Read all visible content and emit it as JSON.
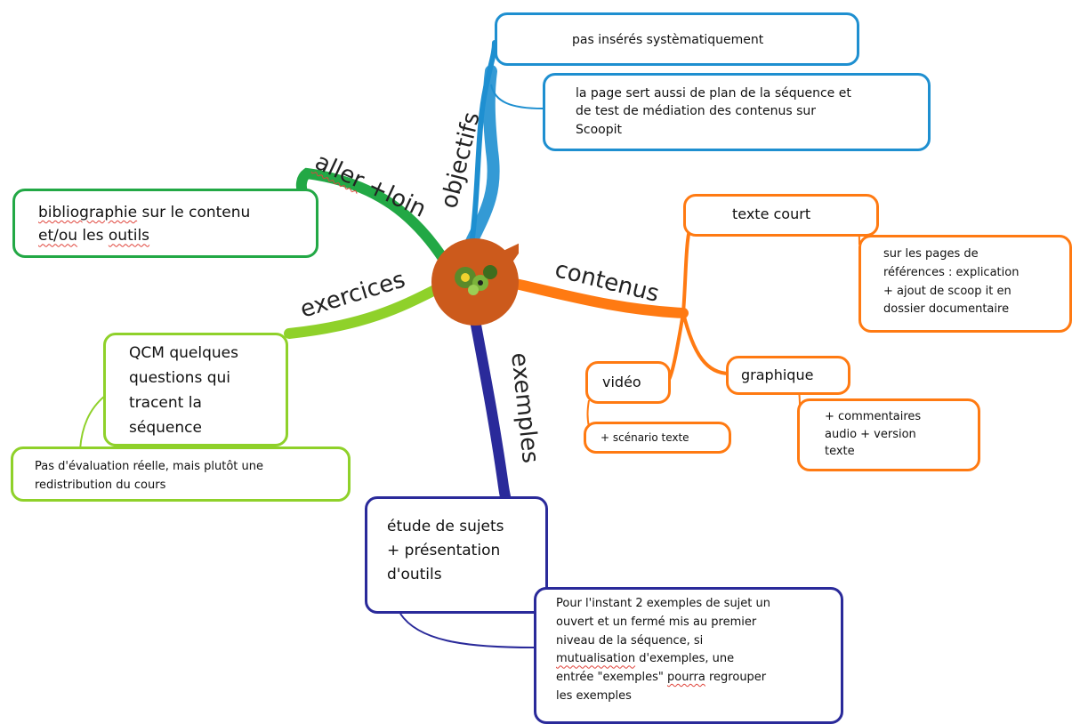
{
  "branches": {
    "objectifs": "objectifs",
    "contenus": "contenus",
    "exemples": "exemples",
    "exercices": "exercices",
    "aller_loin_a": "aller",
    "aller_loin_b": " +loin"
  },
  "nodes": {
    "obj1": "pas insérés systèmatiquement",
    "obj2": "la page sert aussi de plan de la séquence et\nde test de médiation des contenus sur\nScoopit",
    "biblio_a": "bibliographie",
    "biblio_b": " sur le contenu\n",
    "biblio_c": "et/ou",
    "biblio_d": " les ",
    "biblio_e": "outils",
    "texte_court": "texte court",
    "refs": "sur les pages de\nréférences : explication\n+ ajout de scoop it en\ndossier documentaire",
    "video": "vidéo",
    "scenario": "+ scénario texte",
    "graphique": "graphique",
    "commentaires": "+ commentaires\naudio + version\ntexte",
    "qcm": "QCM quelques\nquestions qui\ntracent la\nséquence",
    "eval": "Pas d'évaluation réelle, mais plutôt une\nredistribution du cours",
    "etude": "étude de sujets\n+ présentation\nd'outils",
    "instant_a": "Pour l'instant 2 exemples de sujet un\nouvert et un fermé mis au premier\nniveau de la séquence, si\n",
    "instant_b": "mutualisation",
    "instant_c": " d'exemples, une\nentrée \"exemples\" ",
    "instant_d": "pourra",
    "instant_e": " regrouper\nles exemples"
  },
  "colors": {
    "objectifs": "#1e8fd0",
    "contenus": "#ff7a12",
    "exemples": "#2a2a9a",
    "exercices": "#8fd12a",
    "aller_loin": "#22a845",
    "center": "#cc5a1c"
  }
}
